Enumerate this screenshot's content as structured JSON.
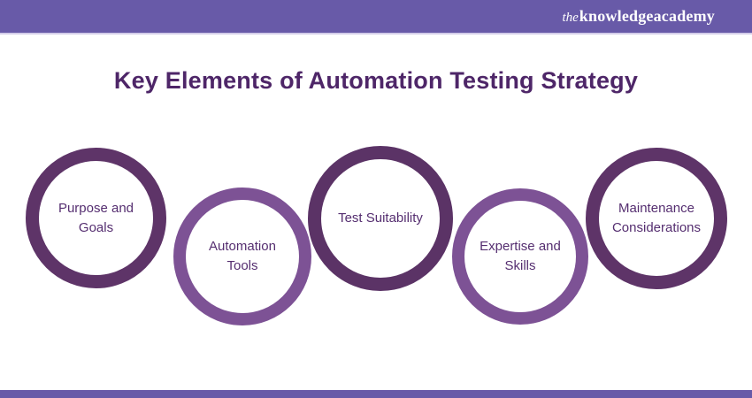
{
  "brand": {
    "the": "the",
    "knowledge": "knowledge",
    "academy": "academy"
  },
  "title": "Key Elements of Automation Testing Strategy",
  "diagram": {
    "items": [
      {
        "label": "Purpose and Goals",
        "ring_color": "#5e3468",
        "row": "top"
      },
      {
        "label": "Automation Tools",
        "ring_color": "#7d5295",
        "row": "bottom"
      },
      {
        "label": "Test Suitability",
        "ring_color": "#5b3366",
        "row": "top"
      },
      {
        "label": "Expertise and Skills",
        "ring_color": "#7d5295",
        "row": "bottom"
      },
      {
        "label": "Maintenance Considerations",
        "ring_color": "#5e3468",
        "row": "top"
      }
    ]
  },
  "colors": {
    "header_bar": "#685aa8",
    "footer_bar": "#685aa8",
    "header_underline": "#d3cde9",
    "title_text": "#4e2668",
    "label_text": "#552e70",
    "logo_text": "#ffffff"
  }
}
